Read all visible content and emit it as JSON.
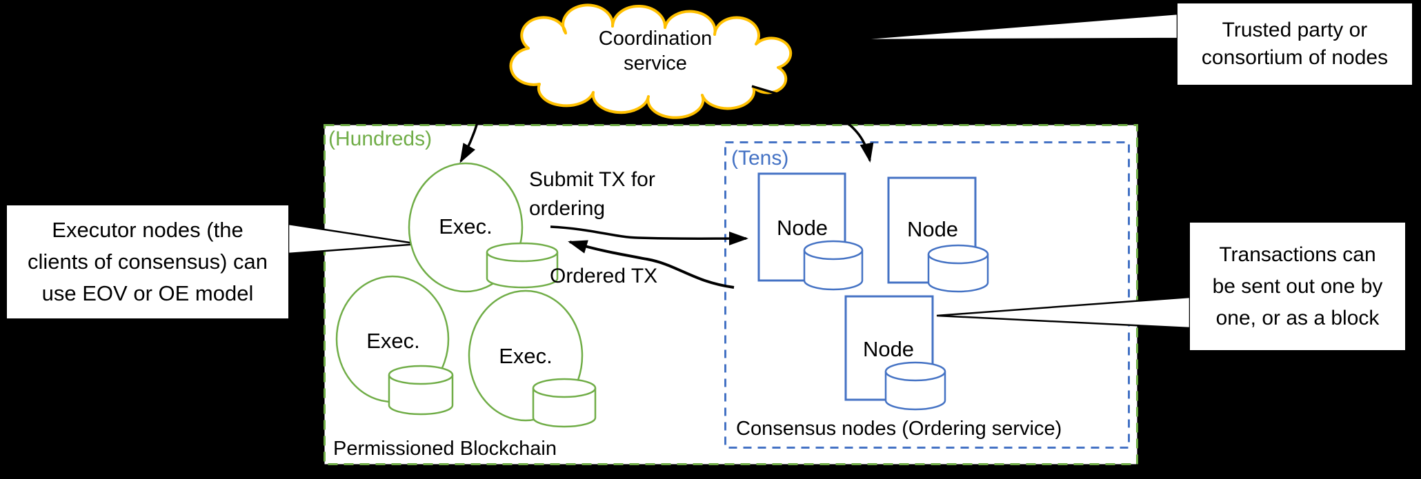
{
  "title": "Permissioned blockchain ordering-service architecture diagram",
  "cloud": {
    "lines": [
      "Coordination",
      "service"
    ]
  },
  "callouts": {
    "trusted": {
      "lines": [
        "Trusted party or",
        "consortium of nodes"
      ]
    },
    "executor": {
      "lines": [
        "Executor nodes (the",
        "clients of consensus) can",
        "use EOV or OE model"
      ]
    },
    "transactions": {
      "lines": [
        "Transactions can",
        "be sent out one by",
        "one, or as a block"
      ]
    }
  },
  "permissioned_zone": {
    "scale_label": "(Hundreds)",
    "caption": "Permissioned Blockchain",
    "executors": [
      {
        "label": "Exec."
      },
      {
        "label": "Exec."
      },
      {
        "label": "Exec."
      }
    ]
  },
  "consensus_zone": {
    "scale_label": "(Tens)",
    "caption": "Consensus nodes (Ordering service)",
    "nodes": [
      {
        "label": "Node"
      },
      {
        "label": "Node"
      },
      {
        "label": "Node"
      }
    ]
  },
  "arrows": {
    "submit_lines": [
      "Submit TX for",
      "ordering"
    ],
    "ordered_label": "Ordered TX"
  },
  "colors": {
    "background": "#000000",
    "zone_fill": "#FFFFFF",
    "green_accent": "#70AD47",
    "blue_accent": "#4472C4",
    "cloud_outline": "#FFC000",
    "text": "#000000"
  }
}
